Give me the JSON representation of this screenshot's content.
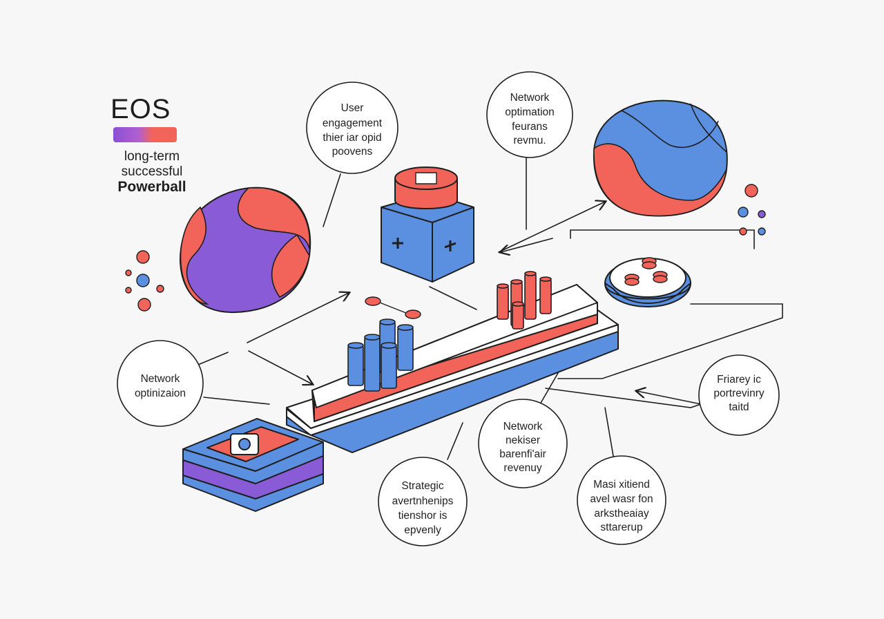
{
  "legend": {
    "title": "EOS",
    "lines": [
      "long-term",
      "successful",
      "Powerball"
    ]
  },
  "callouts": {
    "user_engagement": [
      "User",
      "engagement",
      "thier iar opid",
      "poovens"
    ],
    "network_top": [
      "Network",
      "optimation",
      "feurans",
      "revmu."
    ],
    "network_left": [
      "Network",
      "optinizaion"
    ],
    "network_mid": [
      "Network",
      "nekiser",
      "barenfi'air",
      "revenuy"
    ],
    "strategic": [
      "Strategic",
      "avertnhenips",
      "tienshor is",
      "epvenly"
    ],
    "bottom_right": [
      "Masi xitiend",
      "avel wasr fon",
      "arkstheaiay",
      "sttarerup"
    ],
    "right": [
      "Friarey ic",
      "portrevinry",
      "taitd"
    ]
  },
  "colors": {
    "blue": "#5b8fe0",
    "red": "#f2645a",
    "purple": "#8a5bd6",
    "outline": "#1e1e1e"
  }
}
